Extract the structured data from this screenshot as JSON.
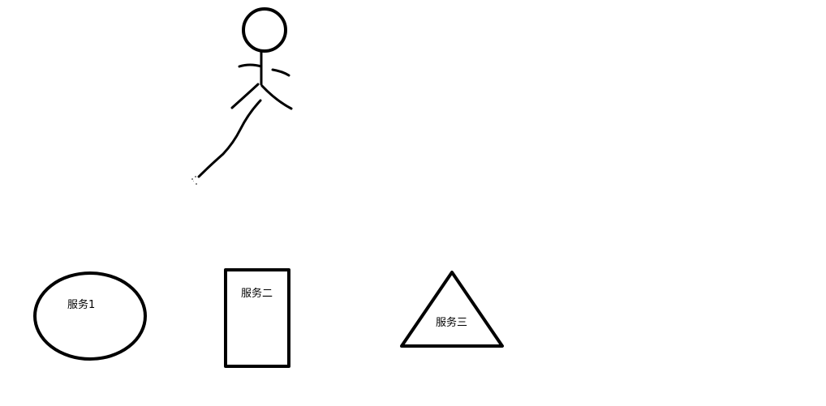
{
  "nodes": {
    "service_one": {
      "label": "服务1",
      "shape": "ellipse"
    },
    "service_two": {
      "label": "服务二",
      "shape": "rectangle"
    },
    "service_three": {
      "label": "服务三",
      "shape": "triangle"
    }
  },
  "colors": {
    "stroke": "#000000",
    "background": "#ffffff"
  }
}
